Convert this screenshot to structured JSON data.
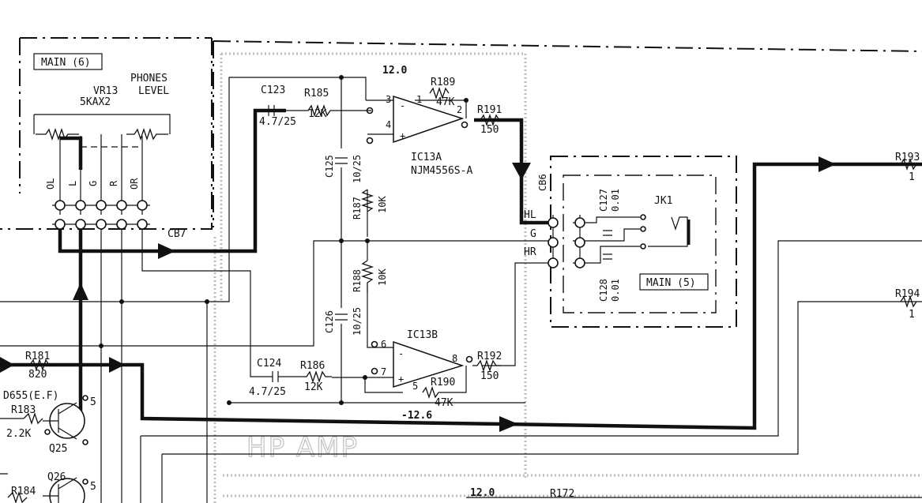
{
  "modules": {
    "main6": "MAIN (6)",
    "main5": "MAIN (5)",
    "section_title": "HP AMP"
  },
  "volume": {
    "ref": "VR13",
    "part": "5KAX2",
    "name_line1": "PHONES",
    "name_line2": "LEVEL"
  },
  "connectors": {
    "cb7": "CB7",
    "cb6": "CB6",
    "cb7_pins": [
      "OL",
      "L",
      "G",
      "R",
      "OR"
    ],
    "cb6_pins": [
      "HL",
      "G",
      "HR"
    ]
  },
  "parts": {
    "c123": {
      "ref": "C123",
      "val": "4.7/25"
    },
    "r185": {
      "ref": "R185",
      "val": "12K"
    },
    "r189": {
      "ref": "R189",
      "val": "47K"
    },
    "r191": {
      "ref": "R191",
      "val": "150"
    },
    "c125": {
      "ref": "C125",
      "val": "10/25"
    },
    "r187": {
      "ref": "R187",
      "val": "10K"
    },
    "r188": {
      "ref": "R188",
      "val": "10K"
    },
    "c126": {
      "ref": "C126",
      "val": "10/25"
    },
    "c124": {
      "ref": "C124",
      "val": "4.7/25"
    },
    "r186": {
      "ref": "R186",
      "val": "12K"
    },
    "r190": {
      "ref": "R190",
      "val": "47K"
    },
    "r192": {
      "ref": "R192",
      "val": "150"
    },
    "c127": {
      "ref": "C127",
      "val": "0.01"
    },
    "c128": {
      "ref": "C128",
      "val": "0.01"
    },
    "r181": {
      "ref": "R181",
      "val": "820"
    },
    "r183": {
      "ref": "R183",
      "val": "2.2K"
    },
    "r184": {
      "ref": "R184"
    },
    "r193": {
      "ref": "R193",
      "val": "1"
    },
    "r194": {
      "ref": "R194",
      "val": "1"
    },
    "r172": {
      "ref": "R172"
    },
    "d655": {
      "ref": "D655(E.F)"
    },
    "q25": {
      "ref": "Q25"
    },
    "q26": {
      "ref": "Q26"
    },
    "jk1": {
      "ref": "JK1"
    }
  },
  "ics": {
    "ic13a": {
      "ref": "IC13A",
      "part": "NJM4556S-A"
    },
    "ic13b": {
      "ref": "IC13B"
    }
  },
  "pins": {
    "a3": "3",
    "a1": "1",
    "a2": "2",
    "a4": "4",
    "b6": "6",
    "b7": "7",
    "b8": "8",
    "b5": "5",
    "plus": "+",
    "minus": "-"
  },
  "voltages": {
    "pos_top": "12.0",
    "neg": "-12.6",
    "pos_bottom": "12.0",
    "q25_v": "5",
    "q26_v": "5"
  }
}
